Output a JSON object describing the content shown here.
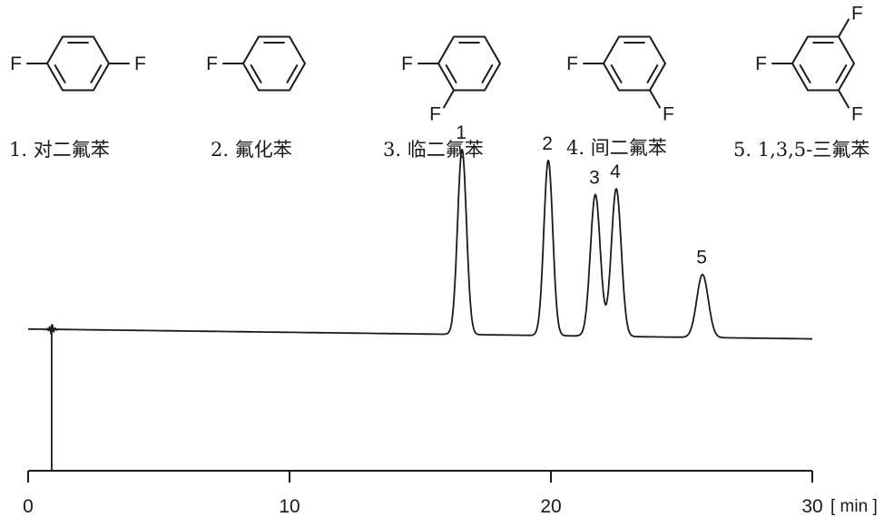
{
  "compounds": [
    {
      "label": "1. 对二氟苯",
      "fluorines": [
        1,
        4
      ]
    },
    {
      "label": "2. 氟化苯",
      "fluorines": [
        1
      ]
    },
    {
      "label": "3. 临二氟苯",
      "fluorines": [
        1,
        2
      ]
    },
    {
      "label": "4. 间二氟苯",
      "fluorines": [
        1,
        3
      ]
    },
    {
      "label": "5. 1,3,5-三氟苯",
      "fluorines": [
        1,
        3,
        5
      ]
    }
  ],
  "atom_symbol": "F",
  "chart_data": {
    "type": "line",
    "xlim": [
      0,
      30
    ],
    "xticks": [
      0,
      10,
      20,
      30
    ],
    "xunit": "[ min ]",
    "ylim": [
      0,
      100
    ],
    "injection_time": 0.9,
    "baseline": [
      {
        "x": 0,
        "y": 36
      },
      {
        "x": 30,
        "y": 33.5
      }
    ],
    "peaks": [
      {
        "label": "1",
        "rt": 16.6,
        "height": 47,
        "width": 0.17
      },
      {
        "label": "2",
        "rt": 19.9,
        "height": 44.5,
        "width": 0.17
      },
      {
        "label": "3",
        "rt": 21.7,
        "height": 36,
        "width": 0.19
      },
      {
        "label": "4",
        "rt": 22.5,
        "height": 37.5,
        "width": 0.19
      },
      {
        "label": "5",
        "rt": 25.8,
        "height": 16,
        "width": 0.22
      }
    ],
    "grid": false
  }
}
